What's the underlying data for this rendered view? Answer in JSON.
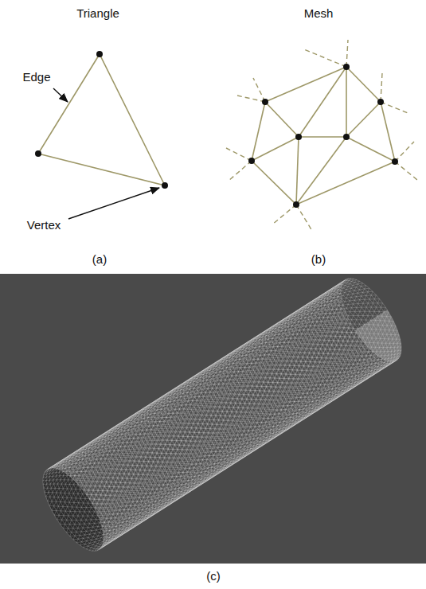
{
  "diagram": {
    "labels": [
      "Triangle",
      "Mesh",
      "Edge",
      "Vertex",
      "(a)",
      "(b)",
      "(c)"
    ]
  }
}
